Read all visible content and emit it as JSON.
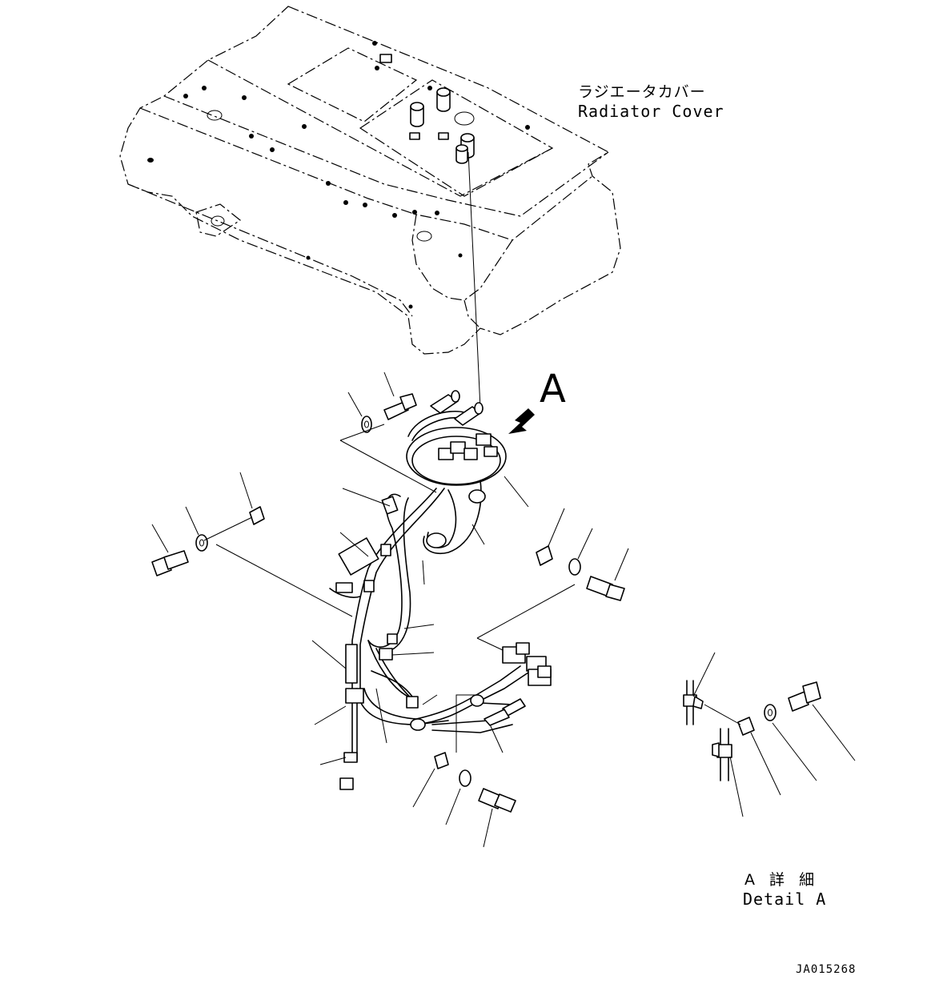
{
  "labels": {
    "radiator_cover_jp": "ラジエータカバー",
    "radiator_cover_en": "Radiator Cover",
    "view_letter": "A",
    "detail_jp": "A 詳 細",
    "detail_en": "Detail A",
    "drawing_code": "JA015268"
  }
}
